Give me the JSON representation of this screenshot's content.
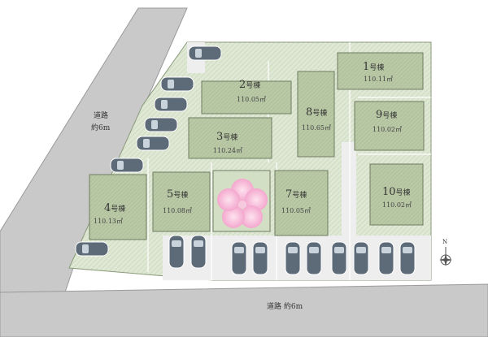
{
  "map": {
    "lots": [
      {
        "number": "1",
        "suffix": "号棟",
        "area": "110.11㎡"
      },
      {
        "number": "2",
        "suffix": "号棟",
        "area": "110.05㎡"
      },
      {
        "number": "3",
        "suffix": "号棟",
        "area": "110.24㎡"
      },
      {
        "number": "4",
        "suffix": "号棟",
        "area": "110.13㎡"
      },
      {
        "number": "5",
        "suffix": "号棟",
        "area": "110.08㎡"
      },
      {
        "number": "7",
        "suffix": "号棟",
        "area": "110.05㎡"
      },
      {
        "number": "8",
        "suffix": "号棟",
        "area": "110.65㎡"
      },
      {
        "number": "9",
        "suffix": "号棟",
        "area": "110.02㎡"
      },
      {
        "number": "10",
        "suffix": "号棟",
        "area": "110.02㎡"
      }
    ],
    "road_left": {
      "line1": "道路",
      "line2": "約6m"
    },
    "road_bottom": {
      "text": "道路 約6m"
    },
    "compass": {
      "label": "N"
    },
    "colors": {
      "road": "#c9c9c9",
      "road_edge": "#9a9a9a",
      "grass": "#dfe8d4",
      "building": "#b9c9a6",
      "building_edge": "#6f7d62",
      "parking": "#eeeeee",
      "car": "#5d6a78",
      "flower": "#f39bc6"
    }
  }
}
